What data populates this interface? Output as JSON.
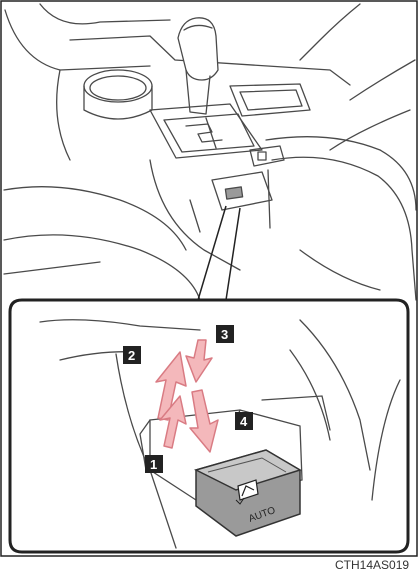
{
  "figure": {
    "code": "CTH14AS019",
    "switch_label": "AUTO",
    "steps": [
      {
        "number": "1",
        "action": "up-short"
      },
      {
        "number": "2",
        "action": "up-long"
      },
      {
        "number": "3",
        "action": "down-short"
      },
      {
        "number": "4",
        "action": "down-long"
      }
    ]
  },
  "colors": {
    "line": "#4a4a4a",
    "arrow_fill": "#f4b8bb",
    "arrow_stroke": "#d97b83",
    "badge": "#222222",
    "switch_fill": "#9a9a9a",
    "switch_top": "#c8c8c8"
  }
}
